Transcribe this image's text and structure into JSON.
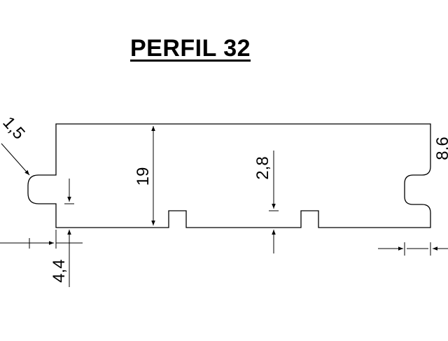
{
  "title": "PERFIL 32",
  "dimensions": {
    "height": "19",
    "groove_depth": "2,8",
    "bottom_offset": "4,4",
    "radius": "1,5",
    "right_partial": "8,6"
  }
}
